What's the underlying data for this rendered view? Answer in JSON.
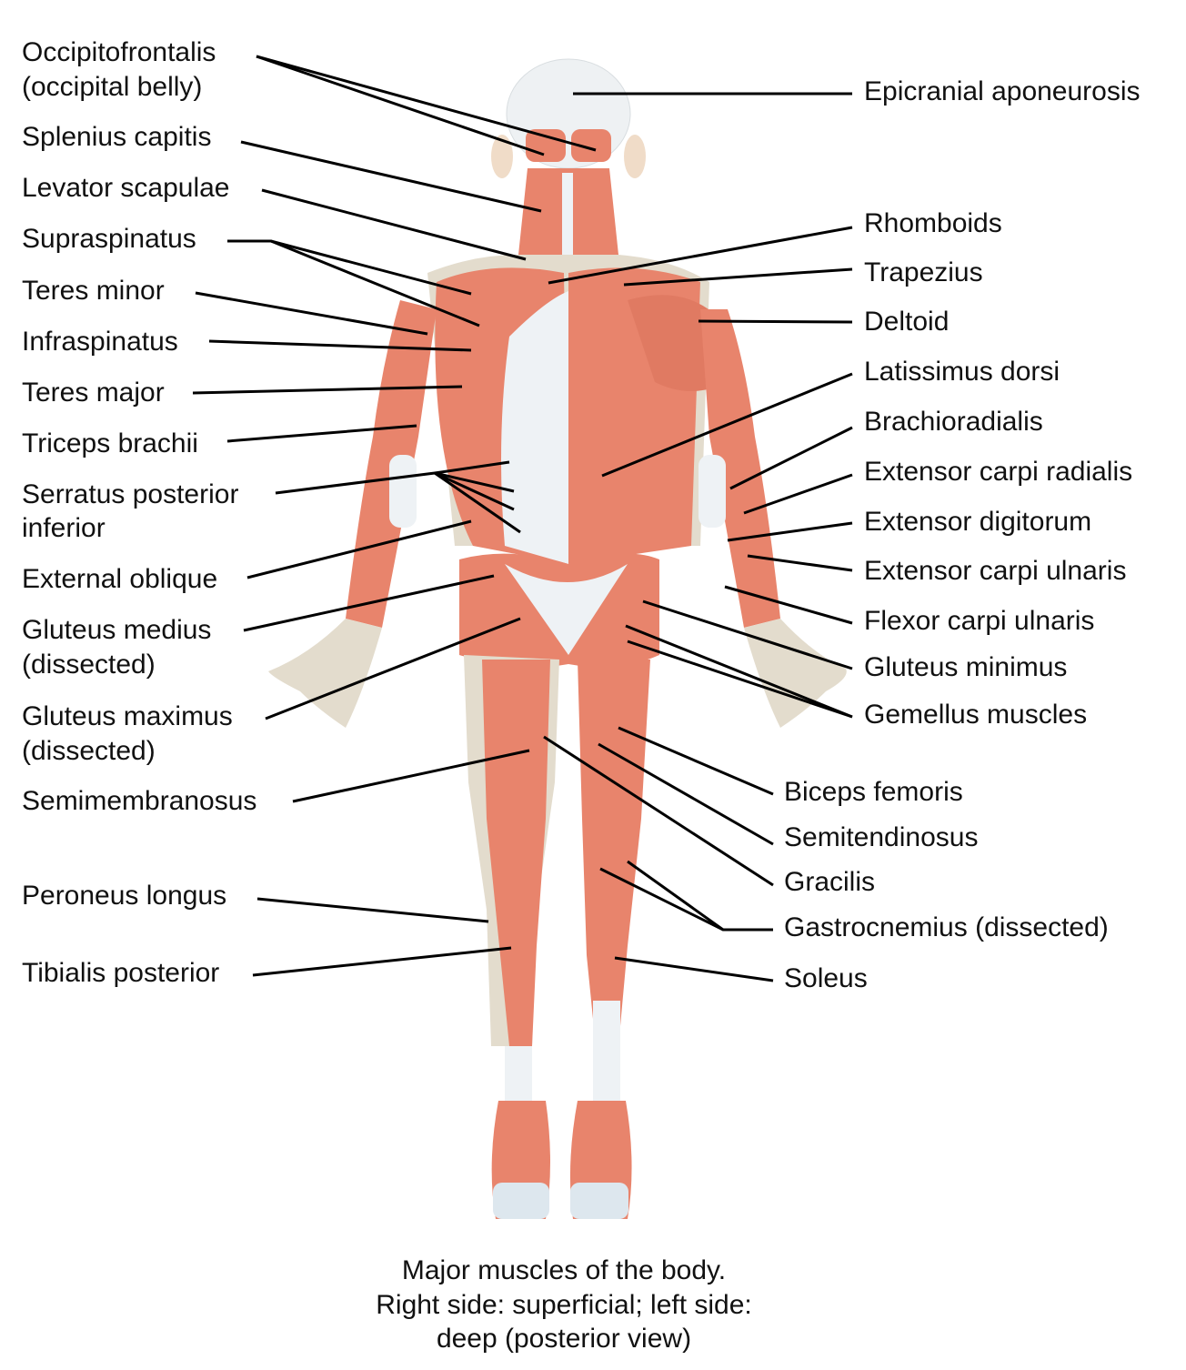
{
  "colors": {
    "muscle": "#e8846c",
    "muscle_dark": "#c9624c",
    "skin": "#e3dccd",
    "tendon": "#eef2f5",
    "line": "#000000"
  },
  "labels_left": [
    "Occipitofrontalis",
    "(occipital belly)",
    "Splenius capitis",
    "Levator scapulae",
    "Supraspinatus",
    "Teres minor",
    "Infraspinatus",
    "Teres major",
    "Triceps brachii",
    "Serratus posterior",
    "inferior",
    "External oblique",
    "Gluteus medius",
    "(dissected)",
    "Gluteus maximus",
    "(dissected)",
    "Semimembranosus",
    "Peroneus longus",
    "Tibialis posterior"
  ],
  "labels_right": [
    "Epicranial aponeurosis",
    "Rhomboids",
    "Trapezius",
    "Deltoid",
    "Latissimus dorsi",
    "Brachioradialis",
    "Extensor carpi radialis",
    "Extensor digitorum",
    "Extensor carpi ulnaris",
    "Flexor carpi ulnaris",
    "Gluteus minimus",
    "Gemellus muscles",
    "Biceps femoris",
    "Semitendinosus",
    "Gracilis",
    "Gastrocnemius (dissected)",
    "Soleus"
  ],
  "caption": [
    "Major muscles of the body.",
    "Right side: superficial; left side:",
    "deep (posterior view)"
  ]
}
